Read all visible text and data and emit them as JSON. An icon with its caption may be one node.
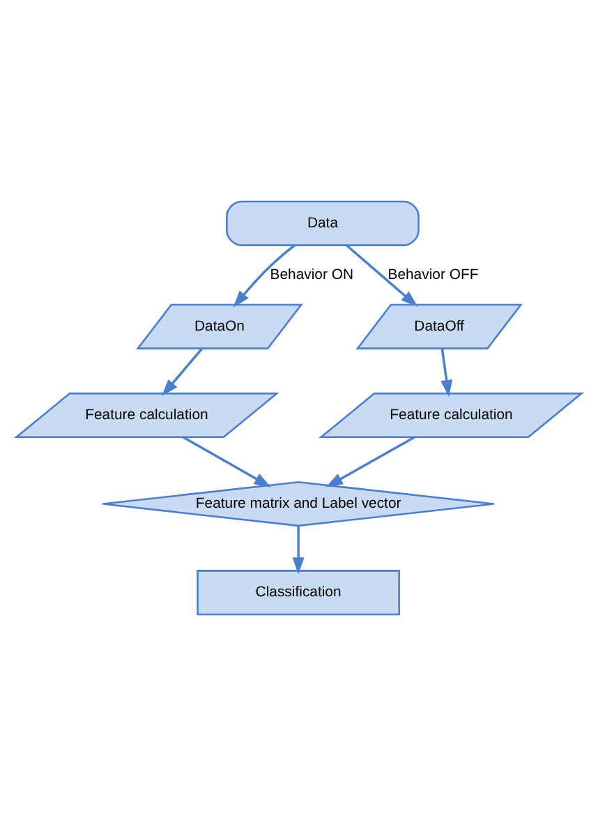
{
  "diagram": {
    "nodes": [
      {
        "text": [
          "Data"
        ]
      },
      {
        "text": [
          "DataOn"
        ]
      },
      {
        "text": [
          "DataOff"
        ]
      },
      {
        "text": [
          "Feature calculation"
        ]
      },
      {
        "text": [
          "Feature calculation"
        ]
      },
      {
        "text": [
          "Feature matrix and Label vector"
        ]
      },
      {
        "text": [
          "Classification"
        ]
      }
    ],
    "edges": [
      {
        "from": 0,
        "to": 1,
        "arrow": "to",
        "label": "Behavior ON"
      },
      {
        "from": 0,
        "to": 2,
        "arrow": "to",
        "label": "Behavior OFF"
      },
      {
        "from": 1,
        "to": 3,
        "arrow": "to"
      },
      {
        "from": 2,
        "to": 4,
        "arrow": "to"
      },
      {
        "from": 3,
        "to": 5,
        "arrow": "to"
      },
      {
        "from": 4,
        "to": 5,
        "arrow": "to"
      },
      {
        "from": 5,
        "to": 6,
        "arrow": "to"
      }
    ]
  }
}
